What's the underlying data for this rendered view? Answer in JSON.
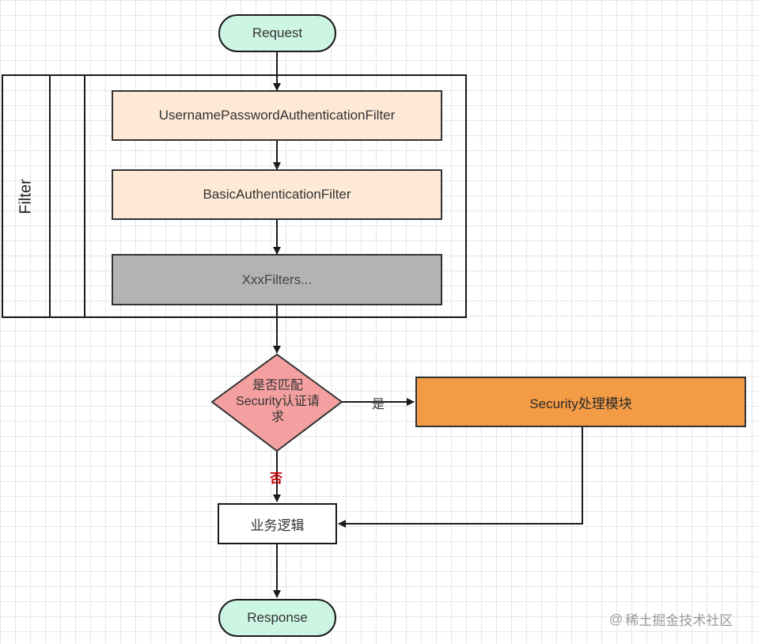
{
  "nodes": {
    "request": "Request",
    "container_title": "Filter",
    "filter1": "UsernamePasswordAuthenticationFilter",
    "filter2": "BasicAuthenticationFilter",
    "filter3": "XxxFilters...",
    "decision": "是否匹配Security认证请求",
    "security": "Security处理模块",
    "business": "业务逻辑",
    "response": "Response"
  },
  "edges": {
    "yes_label": "是",
    "no_label": "否",
    "no_label_color": "#c00000"
  },
  "watermark": {
    "icon": "at-icon",
    "icon_glyph": "@",
    "text": "稀土掘金技术社区"
  },
  "colors": {
    "terminal": "#cdf5e4",
    "filter": "#fde9d6",
    "xxx": "#b3b3b3",
    "decision": "#f4a0a0",
    "security": "#f39c45"
  }
}
